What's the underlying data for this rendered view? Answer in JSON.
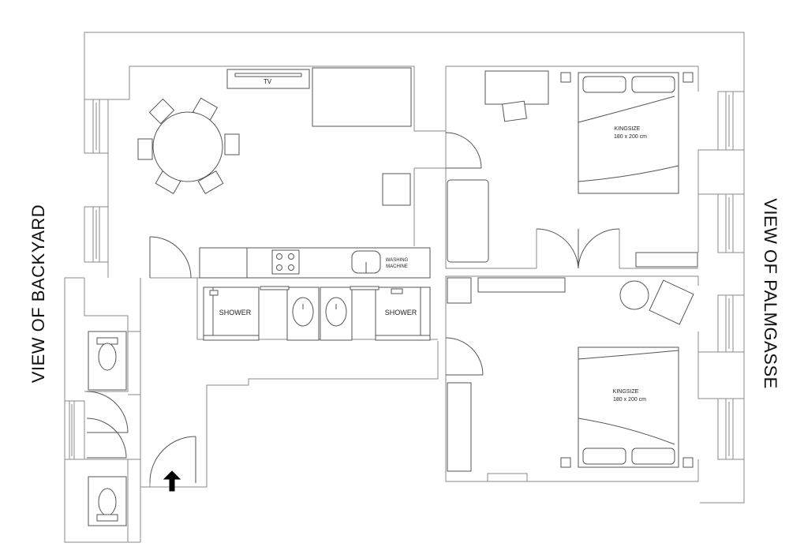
{
  "labels": {
    "tv": "TV",
    "washing_machine_line1": "WASHING",
    "washing_machine_line2": "MACHINE",
    "shower_left": "SHOWER",
    "shower_right": "SHOWER",
    "bed_top_size": "KINGSIZE",
    "bed_top_dims": "180 x 200 cm",
    "bed_bottom_size": "KINGSIZE",
    "bed_bottom_dims": "180 x 200 cm"
  },
  "views": {
    "left": "VIEW OF BACKYARD",
    "right": "VIEW OF PALMGASSE"
  },
  "colors": {
    "wall": "#8a8a8a",
    "furniture": "#555555",
    "entrance_arrow": "#000000"
  }
}
